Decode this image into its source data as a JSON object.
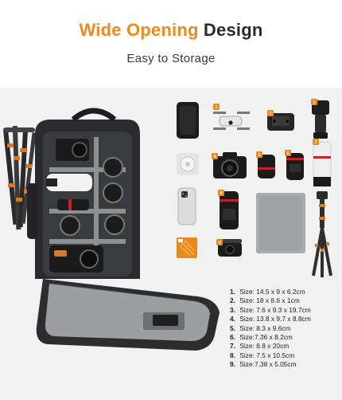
{
  "header": {
    "title_accent": "Wide Opening",
    "title_rest": "Design",
    "subtitle": "Easy to Storage"
  },
  "badges": [
    "1",
    "2",
    "3",
    "4",
    "5",
    "6",
    "7",
    "8",
    "9"
  ],
  "specs": [
    {
      "num": "1.",
      "text": "Size: 14.5 x 9 x 6.2cm"
    },
    {
      "num": "2.",
      "text": "Size: 18 x 8.6 x 1cm"
    },
    {
      "num": "3.",
      "text": "Size: 7.6 x 9.3 x 19.7cm"
    },
    {
      "num": "4.",
      "text": "Size: 13.8 x 9.7 x 8.8cm"
    },
    {
      "num": "5.",
      "text": "Size: 8.3 x 9.6cm"
    },
    {
      "num": "6.",
      "text": "Size:7.36 x 8.2cm"
    },
    {
      "num": "7.",
      "text": "Size: 8.8 x 20cm"
    },
    {
      "num": "8.",
      "text": "Size: 7.5 x 10.5cm"
    },
    {
      "num": "9.",
      "text": "Size:7.38 x 5.05cm"
    }
  ],
  "colors": {
    "accent": "#ea8a1f",
    "badge": "#ea8a1f",
    "bag": "#2b2b2e",
    "tripod": "#d07a2a",
    "interior": "#9c9ea2"
  }
}
